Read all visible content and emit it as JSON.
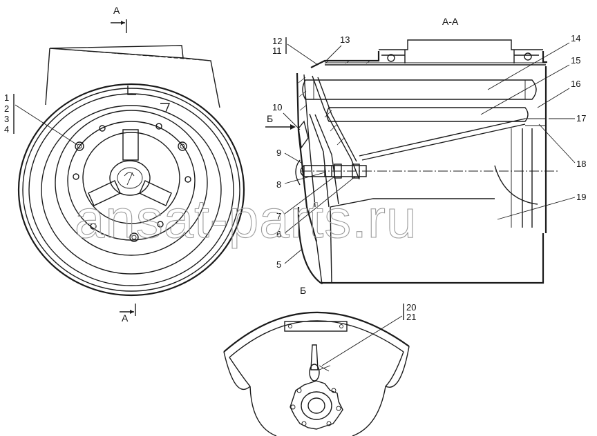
{
  "watermark": "ansat-parts.ru",
  "section_marks": {
    "cut_top": "А",
    "cut_bottom": "А",
    "section_title": "А-А",
    "view_arrow": "Б",
    "view_title": "Б"
  },
  "callouts": {
    "c1": "1",
    "c2": "2",
    "c3": "3",
    "c4": "4",
    "c5": "5",
    "c6": "6",
    "c7": "7",
    "c8": "8",
    "c9": "9",
    "c10": "10",
    "c11": "11",
    "c12": "12",
    "c13": "13",
    "c14": "14",
    "c15": "15",
    "c16": "16",
    "c17": "17",
    "c18": "18",
    "c19": "19",
    "c20": "20",
    "c21": "21"
  },
  "colors": {
    "ink": "#1a1a1a",
    "watermark": "#9a9a9a",
    "background": "#ffffff"
  }
}
